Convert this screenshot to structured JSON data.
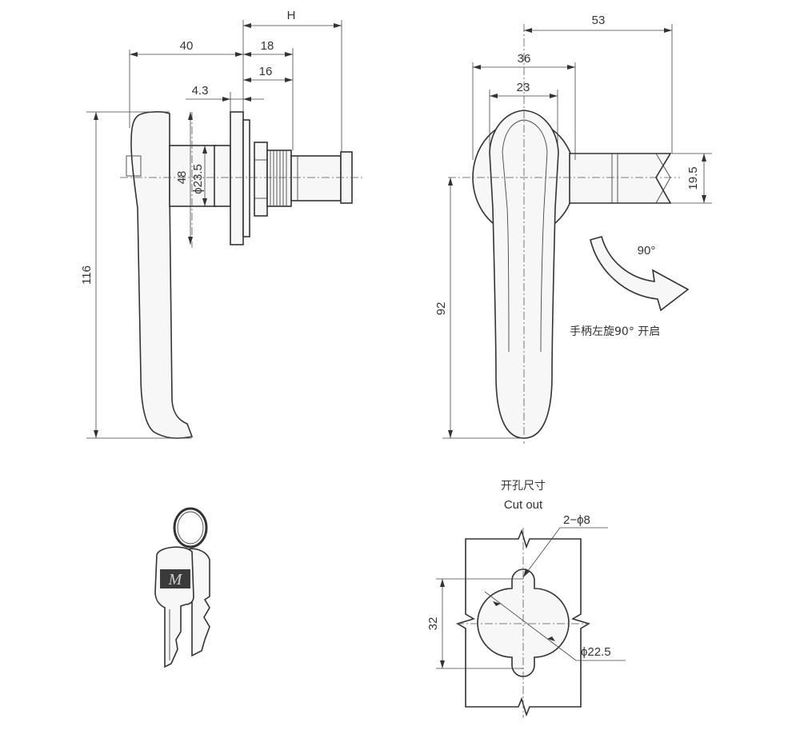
{
  "side_view": {
    "dim_h": "H",
    "dim_40": "40",
    "dim_18": "18",
    "dim_16": "16",
    "dim_4_3": "4.3",
    "dim_48": "48",
    "dim_phi_23_5": "ϕ23.5",
    "dim_116": "116"
  },
  "front_view": {
    "dim_53": "53",
    "dim_36": "36",
    "dim_23": "23",
    "dim_19_5": "19.5",
    "dim_92": "92",
    "rotation_angle": "90°",
    "rotation_note": "手柄左旋90° 开启"
  },
  "cutout": {
    "title_cn": "开孔尺寸",
    "title_en": "Cut out",
    "dim_2_phi_8": "2−ϕ8",
    "dim_32": "32",
    "dim_phi_22_5": "ϕ22.5"
  },
  "keys": {
    "key_mark": "M"
  }
}
